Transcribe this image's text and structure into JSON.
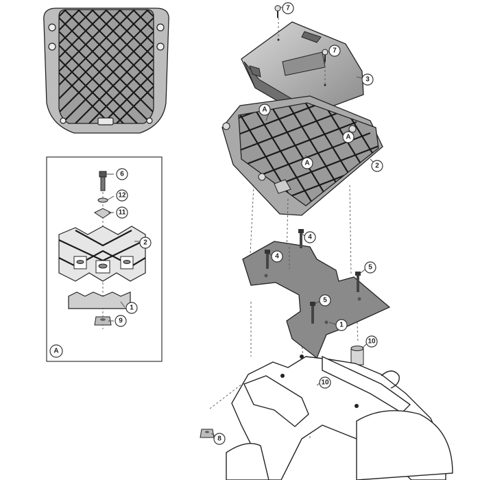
{
  "inset": {
    "label": "A"
  },
  "callouts": [
    {
      "id": "c6",
      "text": "6"
    },
    {
      "id": "c12",
      "text": "12"
    },
    {
      "id": "c11",
      "text": "11"
    },
    {
      "id": "c2a",
      "text": "2"
    },
    {
      "id": "c1a",
      "text": "1"
    },
    {
      "id": "c9",
      "text": "9"
    },
    {
      "id": "c7a",
      "text": "7"
    },
    {
      "id": "c7b",
      "text": "7"
    },
    {
      "id": "c3",
      "text": "3"
    },
    {
      "id": "cA1",
      "text": "A"
    },
    {
      "id": "cA2",
      "text": "A"
    },
    {
      "id": "cA3",
      "text": "A"
    },
    {
      "id": "c2b",
      "text": "2"
    },
    {
      "id": "c4a",
      "text": "4"
    },
    {
      "id": "c4b",
      "text": "4"
    },
    {
      "id": "c5a",
      "text": "5"
    },
    {
      "id": "c5b",
      "text": "5"
    },
    {
      "id": "c1b",
      "text": "1"
    },
    {
      "id": "c10a",
      "text": "10"
    },
    {
      "id": "c10b",
      "text": "10"
    },
    {
      "id": "c8",
      "text": "8"
    }
  ]
}
